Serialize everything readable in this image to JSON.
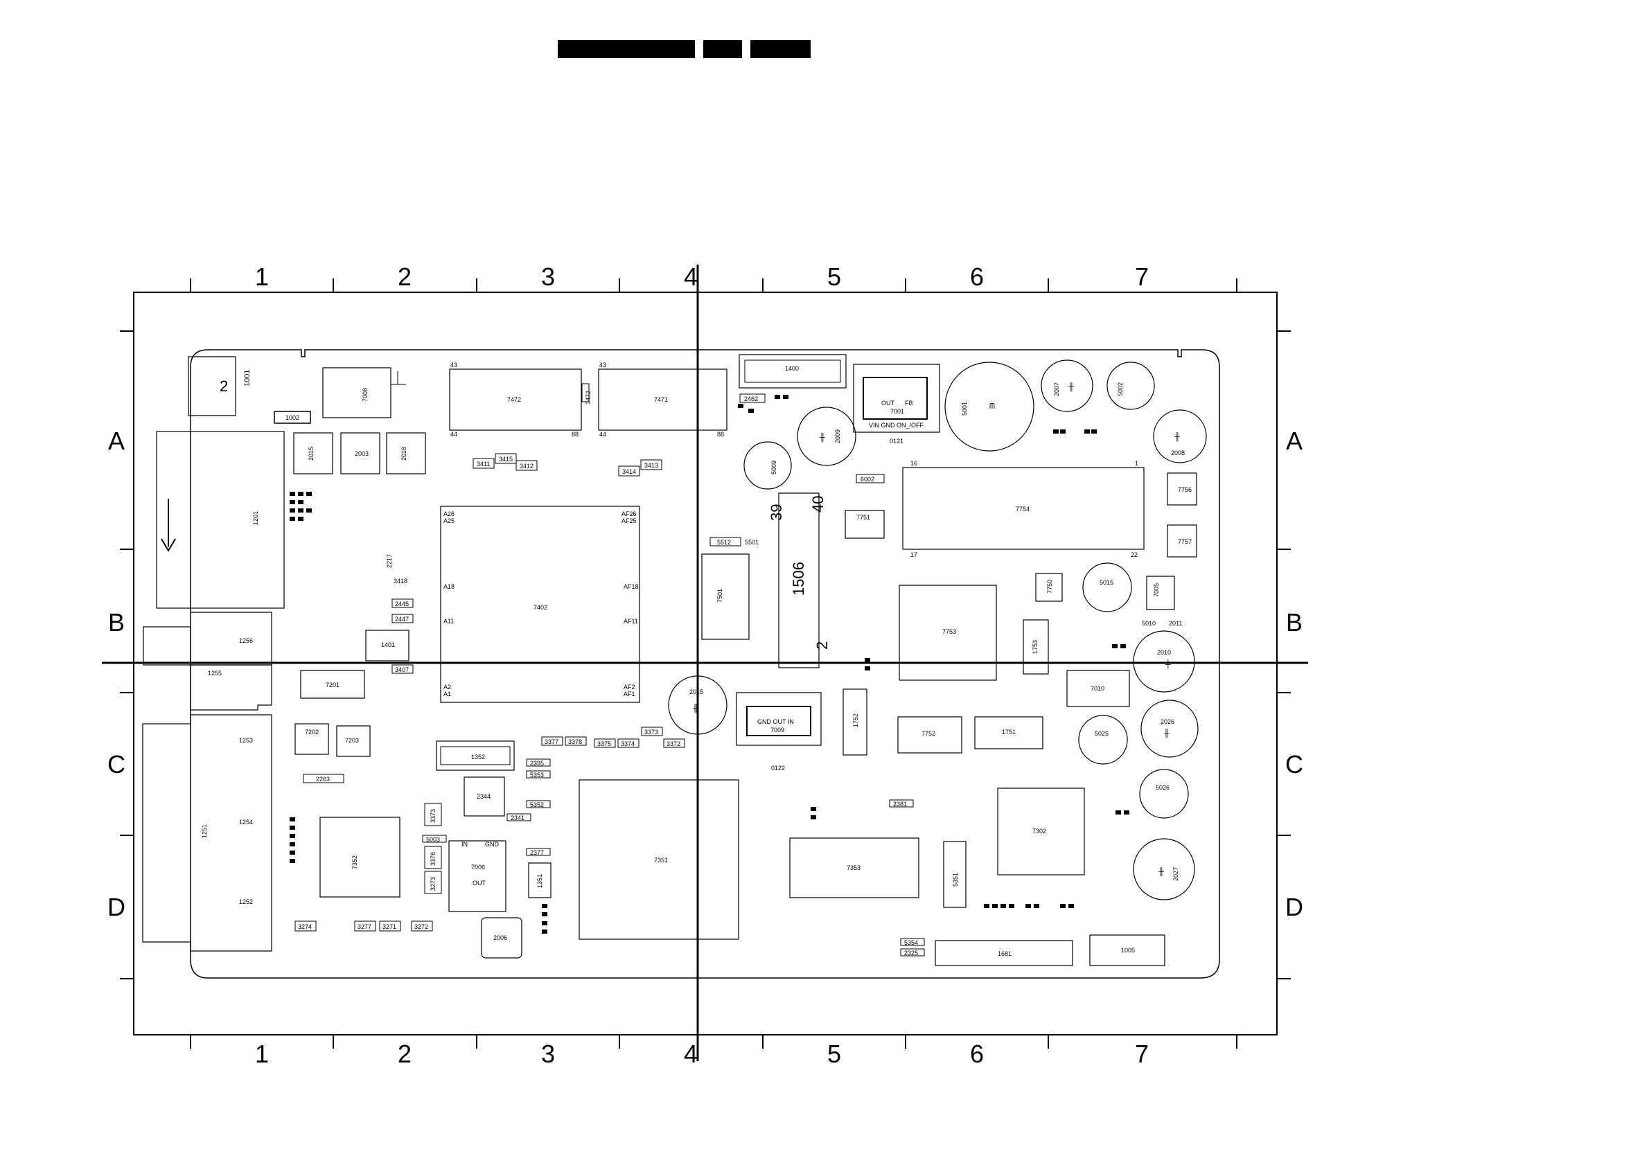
{
  "header_bars": 3,
  "grid": {
    "columns": [
      "1",
      "2",
      "3",
      "4",
      "5",
      "6",
      "7"
    ],
    "rows": [
      "A",
      "B",
      "C",
      "D"
    ]
  },
  "components": {
    "c1001": "1001",
    "c1002": "1002",
    "c7008": "7008",
    "c2015": "2015",
    "c2003": "2003",
    "c2018": "2018",
    "c7472": "7472",
    "c7471": "7471",
    "c1400": "1400",
    "c2462": "2462",
    "c7001": "7001",
    "c7001_out": "OUT",
    "c7001_fb": "FB",
    "c7001_pins": "VIN   GND  ON_/OFF",
    "c0121": "0121",
    "c5001": "5001",
    "c2007": "2007",
    "c5002": "5002",
    "c2008": "2008",
    "c2009": "2009",
    "c5009": "5009",
    "c3411": "3411",
    "c3415": "3415",
    "c3412": "3412",
    "c3414": "3414",
    "c3413": "3413",
    "c3472": "3472",
    "c6002": "6002",
    "c7754": "7754",
    "c7756": "7756",
    "c7757": "7757",
    "c1201": "1201",
    "c1256": "1256",
    "c1255": "1255",
    "c1401": "1401",
    "c7402": "7402",
    "c7501": "7501",
    "c5512": "5512",
    "c5501": "5501",
    "c1506": "1506",
    "c39": "39",
    "c40": "40",
    "c2": "2",
    "c7751": "7751",
    "c7753": "7753",
    "c7750": "7750",
    "c5015": "5015",
    "c7005": "7005",
    "c5010": "5010",
    "c2011": "2011",
    "c2010": "2010",
    "c1753": "1753",
    "c7010": "7010",
    "c2015b": "2015",
    "c7009": "7009",
    "c7009_pins": "GND  OUT  IN",
    "c1752": "1752",
    "c7752": "7752",
    "c1751": "1751",
    "c5025": "5025",
    "c2026": "2026",
    "c0122": "0122",
    "c7201": "7201",
    "c7202": "7202",
    "c7203": "7203",
    "c2263": "2263",
    "c1253": "1253",
    "c1352": "1352",
    "c3377": "3377",
    "c3378": "3378",
    "c3375": "3375",
    "c3374": "3374",
    "c3373": "3373",
    "c3372": "3372",
    "c2395": "2395",
    "c5353": "5353",
    "c5352": "5352",
    "c2341": "2341",
    "c2344": "2344",
    "c5003": "5003",
    "c7006": "7006",
    "c7006_in": "IN",
    "c7006_gnd": "GND",
    "c7006_out": "OUT",
    "c2377": "2377",
    "c7351": "7351",
    "c1351": "1351",
    "c7352": "7352",
    "c1254": "1254",
    "c1251": "1251",
    "c1252": "1252",
    "c3373b": "3373",
    "c3376": "3376",
    "c3273": "3273",
    "c3274": "3274",
    "c3277": "3277",
    "c3271": "3271",
    "c3272": "3272",
    "c2006": "2006",
    "c7353": "7353",
    "c2381": "2381",
    "c5351": "5351",
    "c7302": "7302",
    "c5026": "5026",
    "c2027": "2027",
    "c5354": "5354",
    "c2325": "2325",
    "c1681": "1681",
    "c1005": "1005",
    "c3407": "3407",
    "c2447": "2447",
    "c2445": "2445",
    "c2217": "2217",
    "c3418": "3418"
  }
}
